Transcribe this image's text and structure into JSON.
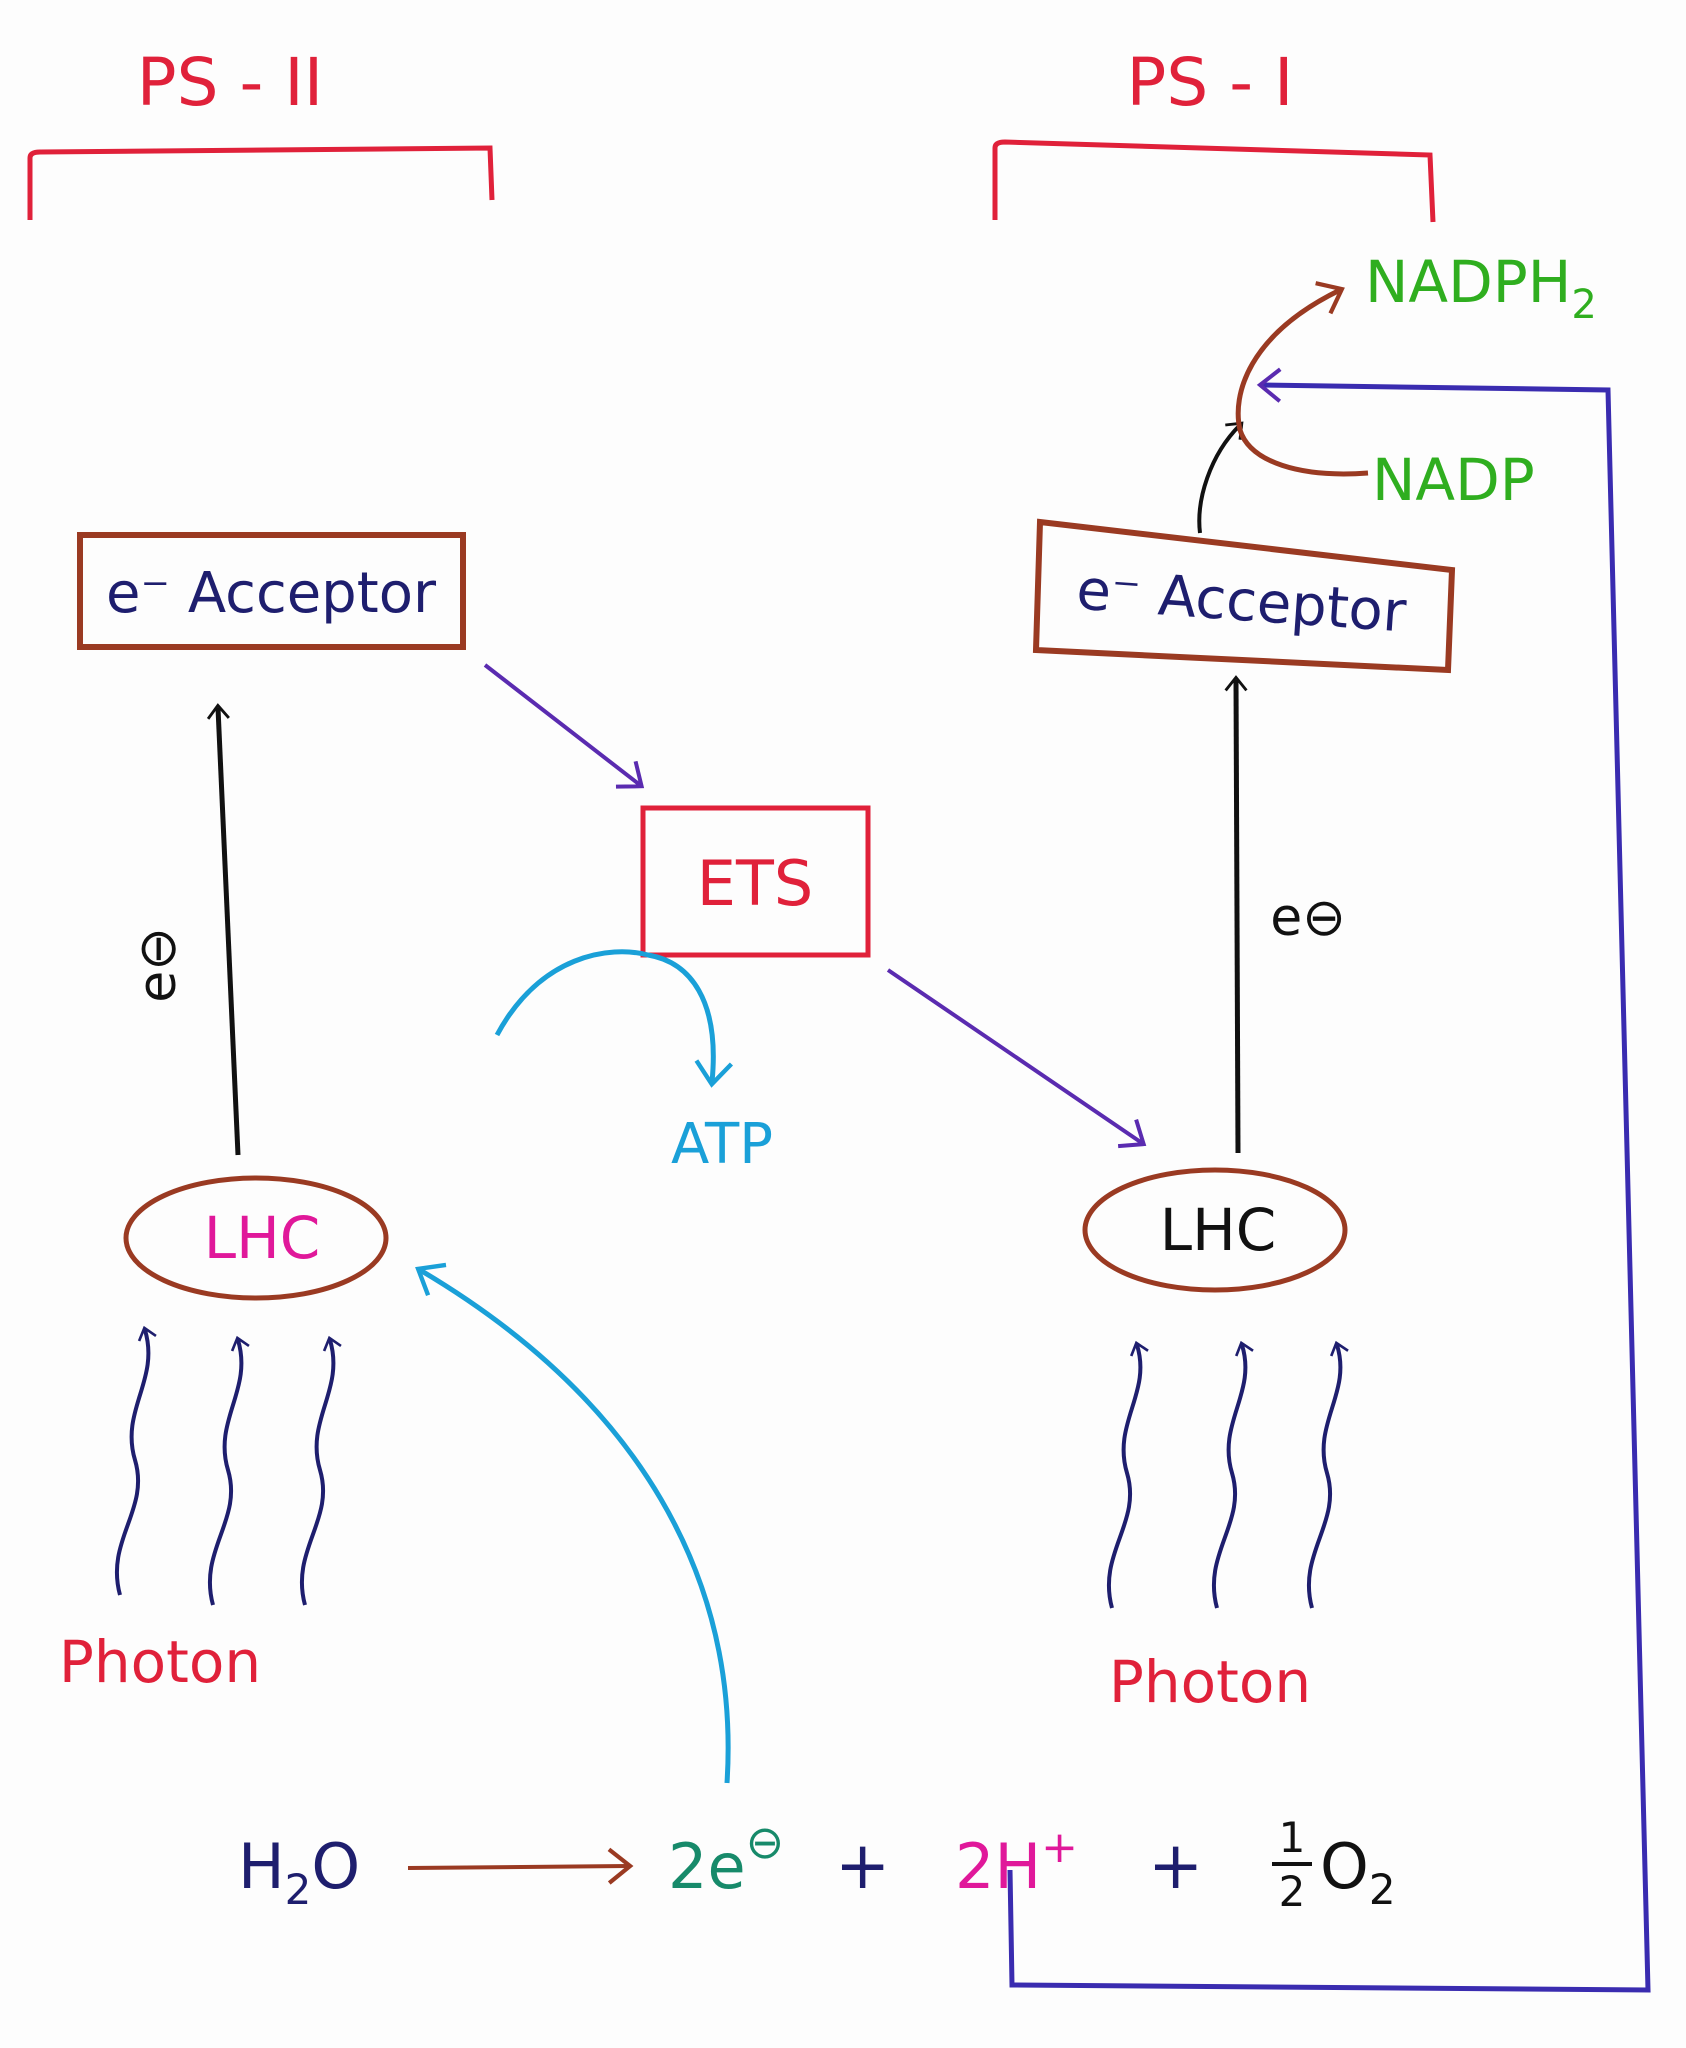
{
  "colors": {
    "red": "#e0213a",
    "brown": "#9a3a22",
    "navy": "#1e1e6e",
    "purple": "#5a2bb0",
    "cyan": "#1aa0d8",
    "green": "#2fae1f",
    "magenta": "#e0189a",
    "black": "#111111",
    "teal": "#178a6a"
  },
  "ps2": {
    "title": "PS - II",
    "acceptor": "e⁻ Acceptor",
    "lhc": "LHC",
    "electron": "e⊖",
    "photon": "Photon"
  },
  "ps1": {
    "title": "PS - I",
    "acceptor": "e⁻ Acceptor",
    "lhc": "LHC",
    "electron": "e⊖",
    "photon": "Photon",
    "nadph": "NADPH",
    "nadph_sub": "2",
    "nadp": "NADP"
  },
  "ets": {
    "label": "ETS",
    "atp": "ATP"
  },
  "equation": {
    "reactant": "H",
    "reactant_sub": "2",
    "reactant_tail": "O",
    "electrons": "2e",
    "electrons_sup": "⊖",
    "plus1": "+",
    "protons": "2H",
    "protons_sup": "+",
    "plus2": "+",
    "half_num": "1",
    "half_den": "2",
    "oxygen": "O",
    "oxygen_sub": "2"
  }
}
